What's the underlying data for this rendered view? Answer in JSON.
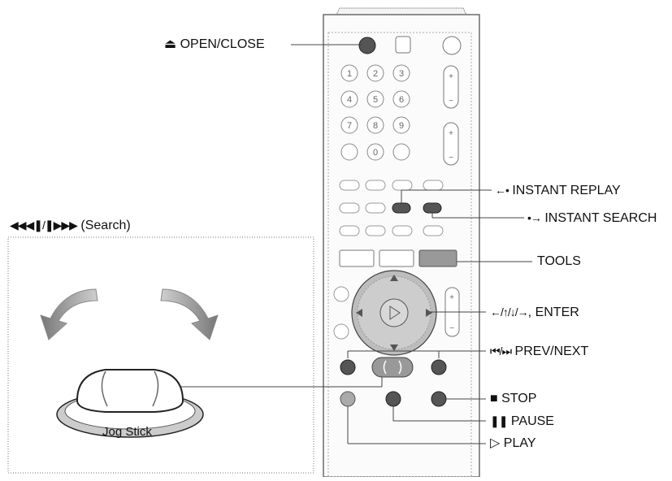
{
  "labels": {
    "open_close": "OPEN/CLOSE",
    "instant_replay": "INSTANT REPLAY",
    "instant_search": "INSTANT SEARCH",
    "tools": "TOOLS",
    "enter": ", ENTER",
    "prev_next": "PREV/NEXT",
    "stop": "STOP",
    "pause": "PAUSE",
    "play": "PLAY",
    "search": "(Search)",
    "jog_stick": "Jog Stick"
  },
  "symbols": {
    "open_close": "⏏",
    "instant_replay": "←•",
    "instant_search": "•→",
    "arrows": "←/↑/↓/→",
    "prev_next": "⏮/⏭",
    "stop": "■",
    "pause": "❚❚",
    "play": "▷",
    "search": "◀◀◀❚/❚▶▶▶"
  },
  "number_keys": [
    "1",
    "2",
    "3",
    "4",
    "5",
    "6",
    "7",
    "8",
    "9",
    "",
    "0",
    ""
  ]
}
